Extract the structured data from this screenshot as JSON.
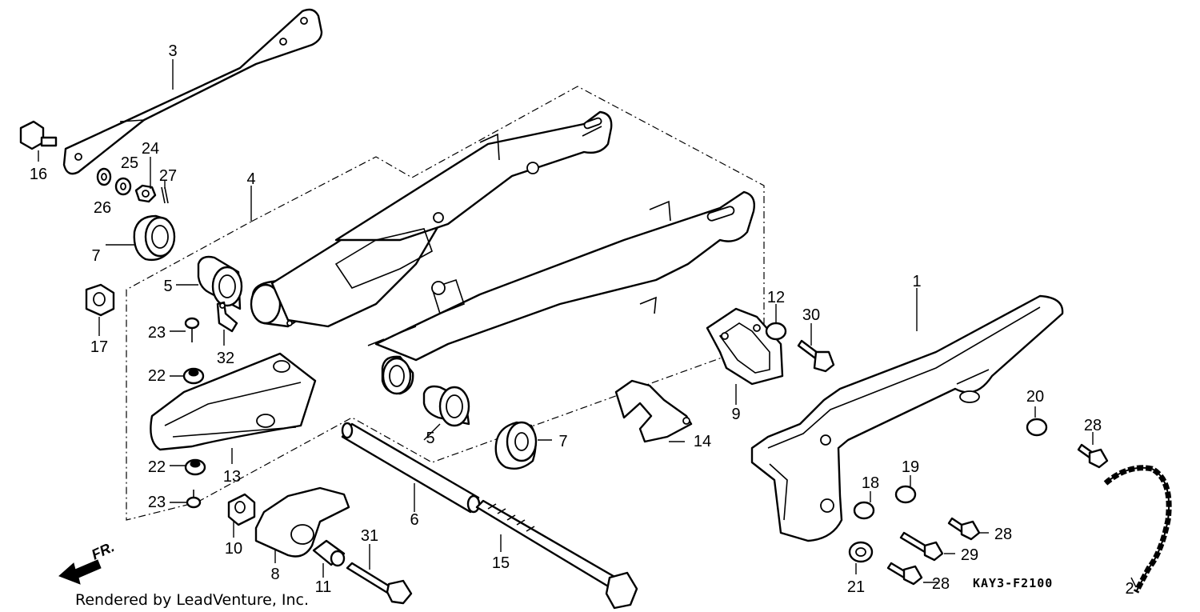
{
  "diagram": {
    "code": "KAY3-F2100",
    "credit": "Rendered by LeadVenture, Inc.",
    "front_marker": "FR.",
    "part_labels": {
      "p1": "1",
      "p2": "2",
      "p3": "3",
      "p4": "4",
      "p5a": "5",
      "p5b": "5",
      "p6": "6",
      "p7a": "7",
      "p7b": "7",
      "p8": "8",
      "p9": "9",
      "p10": "10",
      "p11": "11",
      "p12": "12",
      "p13": "13",
      "p14": "14",
      "p15": "15",
      "p16": "16",
      "p17": "17",
      "p18": "18",
      "p19": "19",
      "p20": "20",
      "p21": "21",
      "p22a": "22",
      "p22b": "22",
      "p23a": "23",
      "p23b": "23",
      "p24": "24",
      "p25": "25",
      "p26": "26",
      "p27": "27",
      "p28a": "28",
      "p28b": "28",
      "p28c": "28",
      "p29": "29",
      "p30": "30",
      "p31": "31",
      "p32": "32"
    }
  }
}
